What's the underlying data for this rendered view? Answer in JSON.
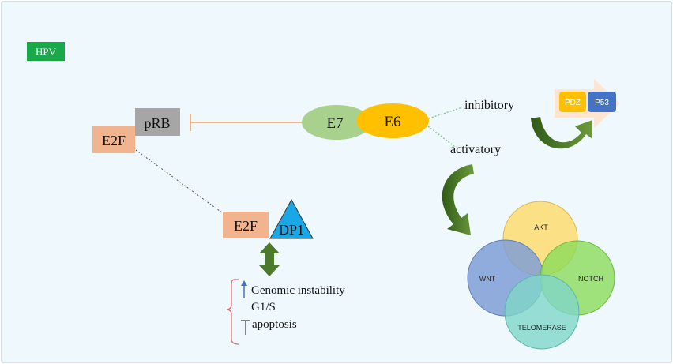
{
  "colors": {
    "background": "#eef8fd",
    "hpv_badge": "#1aa84a",
    "e2f_box": "#f2b48f",
    "prb_box": "#a6a6a6",
    "e7_ellipse": "#a9d18e",
    "e6_ellipse": "#ffc000",
    "dp1_triangle": "#1aa7e6",
    "dashed_line": "#7cc08a",
    "green_arrow": "#4a7a2a",
    "pdz_box": "#ffc000",
    "p53_box": "#4472c4",
    "arrow_shape": "#fde5d2",
    "venn_akt": "#ffd966",
    "venn_wnt": "#7f9fd6",
    "venn_notch": "#8bdc5a",
    "venn_telomerase": "#7fd6c8",
    "bracket": "#e06666"
  },
  "labels": {
    "hpv": "HPV",
    "prb": "pRB",
    "e2f_top": "E2F",
    "e7": "E7",
    "e6": "E6",
    "inhibitory": "inhibitory",
    "activatory": "activatory",
    "pdz": "PDZ",
    "p53": "P53",
    "e2f_bottom": "E2F",
    "dp1": "DP1",
    "genomic_instability": "Genomic instability",
    "g1s": "G1/S",
    "apoptosis": "apoptosis"
  },
  "venn": {
    "akt": "AKT",
    "wnt": "WNT",
    "notch": "NOTCH",
    "telomerase": "TELOMERASE"
  },
  "icons": {
    "curved_arrow_right": "curved-arrow-icon",
    "curved_arrow_down": "curved-arrow-icon",
    "double_arrow": "double-arrow-icon",
    "inhibition_bar": "inhibition-icon"
  }
}
